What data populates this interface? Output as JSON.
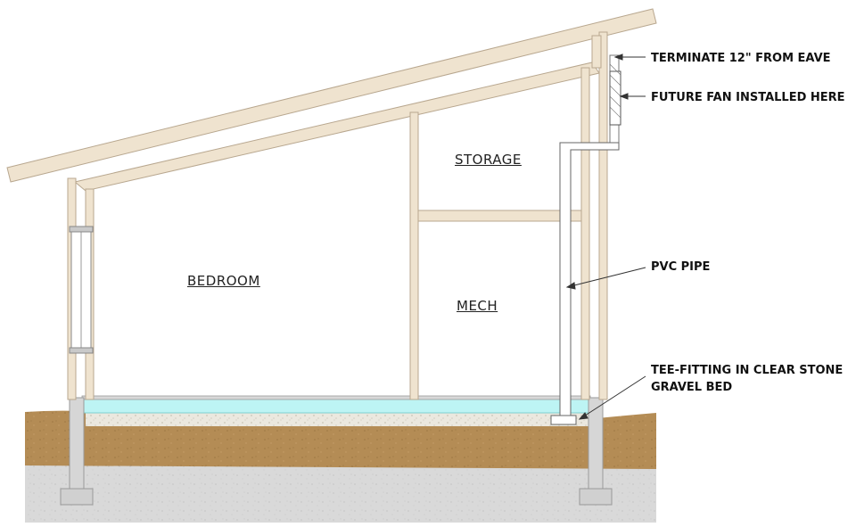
{
  "rooms": {
    "bedroom": "BEDROOM",
    "storage": "STORAGE",
    "mech": "MECH"
  },
  "callouts": {
    "terminate": "TERMINATE 12\" FROM EAVE",
    "fan": "FUTURE FAN INSTALLED HERE",
    "pvc": "PVC PIPE",
    "tee_line1": "TEE-FITTING IN CLEAR STONE",
    "tee_line2": "GRAVEL BED"
  },
  "colors": {
    "framing": "#efe3cf",
    "framing_edge": "#b8a78f",
    "soil": "#b48c55",
    "concrete": "#d9d9d9",
    "gravel": "#e8e6de",
    "insulation": "#bdf4f4"
  }
}
